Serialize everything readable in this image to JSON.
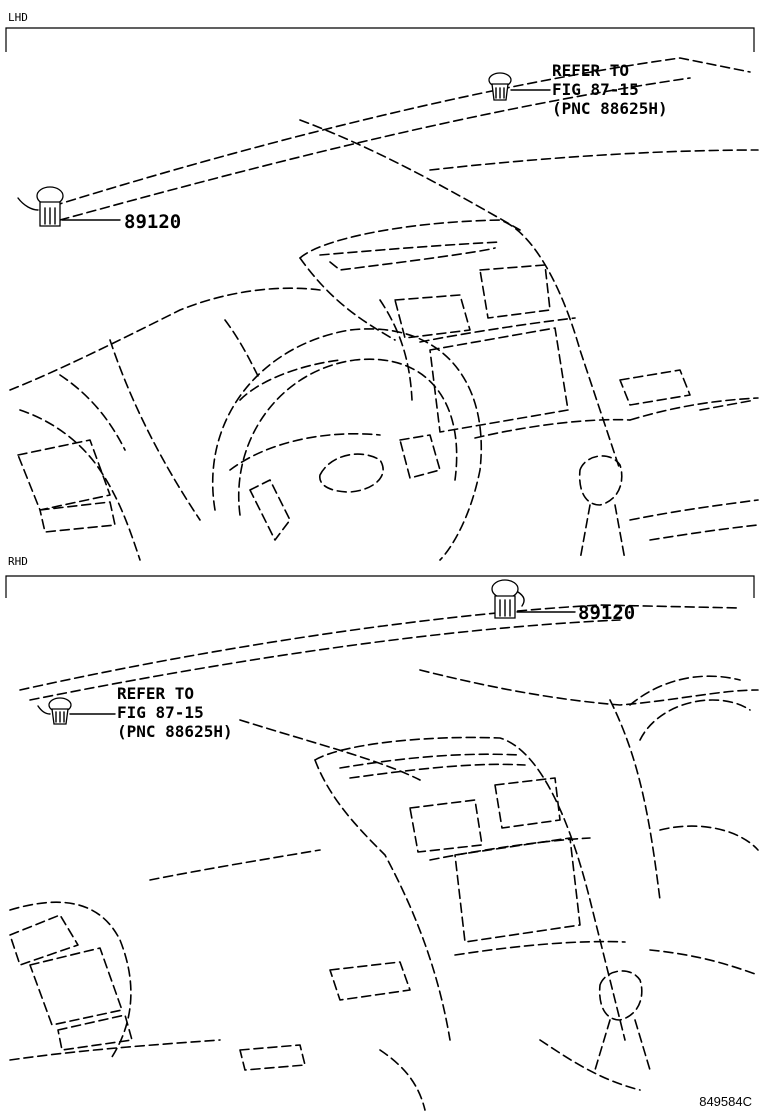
{
  "sections": [
    {
      "label": "LHD"
    },
    {
      "label": "RHD"
    }
  ],
  "callouts": {
    "lhd_refer": [
      "REFER TO",
      "FIG 87-15",
      "(PNC 88625H)"
    ],
    "lhd_part": "89120",
    "rhd_part": "89120",
    "rhd_refer": [
      "REFER TO",
      "FIG 87-15",
      "(PNC 88625H)"
    ]
  },
  "figure_id": "849584C",
  "icons": [
    "clip-fastener-icon",
    "sensor-clip-icon"
  ]
}
